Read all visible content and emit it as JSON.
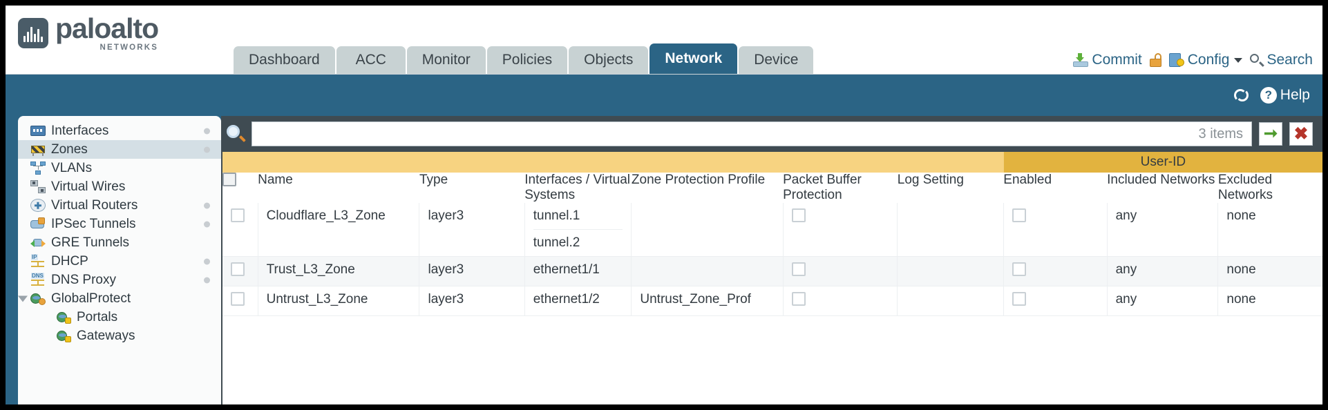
{
  "brand": {
    "name": "paloalto",
    "tagline": "NETWORKS"
  },
  "nav": {
    "tabs": [
      {
        "label": "Dashboard",
        "active": false
      },
      {
        "label": "ACC",
        "active": false
      },
      {
        "label": "Monitor",
        "active": false
      },
      {
        "label": "Policies",
        "active": false
      },
      {
        "label": "Objects",
        "active": false
      },
      {
        "label": "Network",
        "active": true
      },
      {
        "label": "Device",
        "active": false
      }
    ]
  },
  "header_actions": {
    "commit": "Commit",
    "config": "Config",
    "search": "Search"
  },
  "subbar": {
    "help": "Help"
  },
  "sidebar": {
    "items": [
      {
        "label": "Interfaces",
        "icon": "interfaces-icon",
        "selected": false,
        "dot": true,
        "child": false,
        "expander": false
      },
      {
        "label": "Zones",
        "icon": "zones-icon",
        "selected": true,
        "dot": true,
        "child": false,
        "expander": false
      },
      {
        "label": "VLANs",
        "icon": "vlans-icon",
        "selected": false,
        "dot": false,
        "child": false,
        "expander": false
      },
      {
        "label": "Virtual Wires",
        "icon": "virtual-wires-icon",
        "selected": false,
        "dot": false,
        "child": false,
        "expander": false
      },
      {
        "label": "Virtual Routers",
        "icon": "virtual-routers-icon",
        "selected": false,
        "dot": true,
        "child": false,
        "expander": false
      },
      {
        "label": "IPSec Tunnels",
        "icon": "ipsec-tunnels-icon",
        "selected": false,
        "dot": true,
        "child": false,
        "expander": false
      },
      {
        "label": "GRE Tunnels",
        "icon": "gre-tunnels-icon",
        "selected": false,
        "dot": false,
        "child": false,
        "expander": false
      },
      {
        "label": "DHCP",
        "icon": "dhcp-icon",
        "selected": false,
        "dot": true,
        "child": false,
        "expander": false
      },
      {
        "label": "DNS Proxy",
        "icon": "dns-proxy-icon",
        "selected": false,
        "dot": true,
        "child": false,
        "expander": false
      },
      {
        "label": "GlobalProtect",
        "icon": "globalprotect-icon",
        "selected": false,
        "dot": false,
        "child": false,
        "expander": true
      },
      {
        "label": "Portals",
        "icon": "portals-icon",
        "selected": false,
        "dot": false,
        "child": true,
        "expander": false
      },
      {
        "label": "Gateways",
        "icon": "gateways-icon",
        "selected": false,
        "dot": false,
        "child": true,
        "expander": false
      }
    ]
  },
  "search": {
    "value": "",
    "placeholder": "",
    "items_count": "3 items",
    "apply_label": "➜",
    "clear_label": "✖"
  },
  "table": {
    "group_header": "User-ID",
    "columns": [
      "Name",
      "Type",
      "Interfaces / Virtual Systems",
      "Zone Protection Profile",
      "Packet Buffer Protection",
      "Log Setting",
      "Enabled",
      "Included Networks",
      "Excluded Networks"
    ],
    "rows": [
      {
        "selected": false,
        "name": "Cloudflare_L3_Zone",
        "type": "layer3",
        "interfaces": [
          "tunnel.1",
          "tunnel.2"
        ],
        "zone_protection_profile": "",
        "packet_buffer_protection": false,
        "log_setting": "",
        "userid_enabled": false,
        "included_networks": "any",
        "excluded_networks": "none"
      },
      {
        "selected": false,
        "name": "Trust_L3_Zone",
        "type": "layer3",
        "interfaces": [
          "ethernet1/1"
        ],
        "zone_protection_profile": "",
        "packet_buffer_protection": false,
        "log_setting": "",
        "userid_enabled": false,
        "included_networks": "any",
        "excluded_networks": "none"
      },
      {
        "selected": false,
        "name": "Untrust_L3_Zone",
        "type": "layer3",
        "interfaces": [
          "ethernet1/2"
        ],
        "zone_protection_profile": "Untrust_Zone_Prof",
        "packet_buffer_protection": false,
        "log_setting": "",
        "userid_enabled": false,
        "included_networks": "any",
        "excluded_networks": "none"
      }
    ]
  },
  "colors": {
    "brand_blue": "#2b6485",
    "header_gold": "#f7d381",
    "group_gold": "#e2b33f",
    "link_blue": "#3d7aa8",
    "tab_inactive": "#c8d2d3"
  }
}
